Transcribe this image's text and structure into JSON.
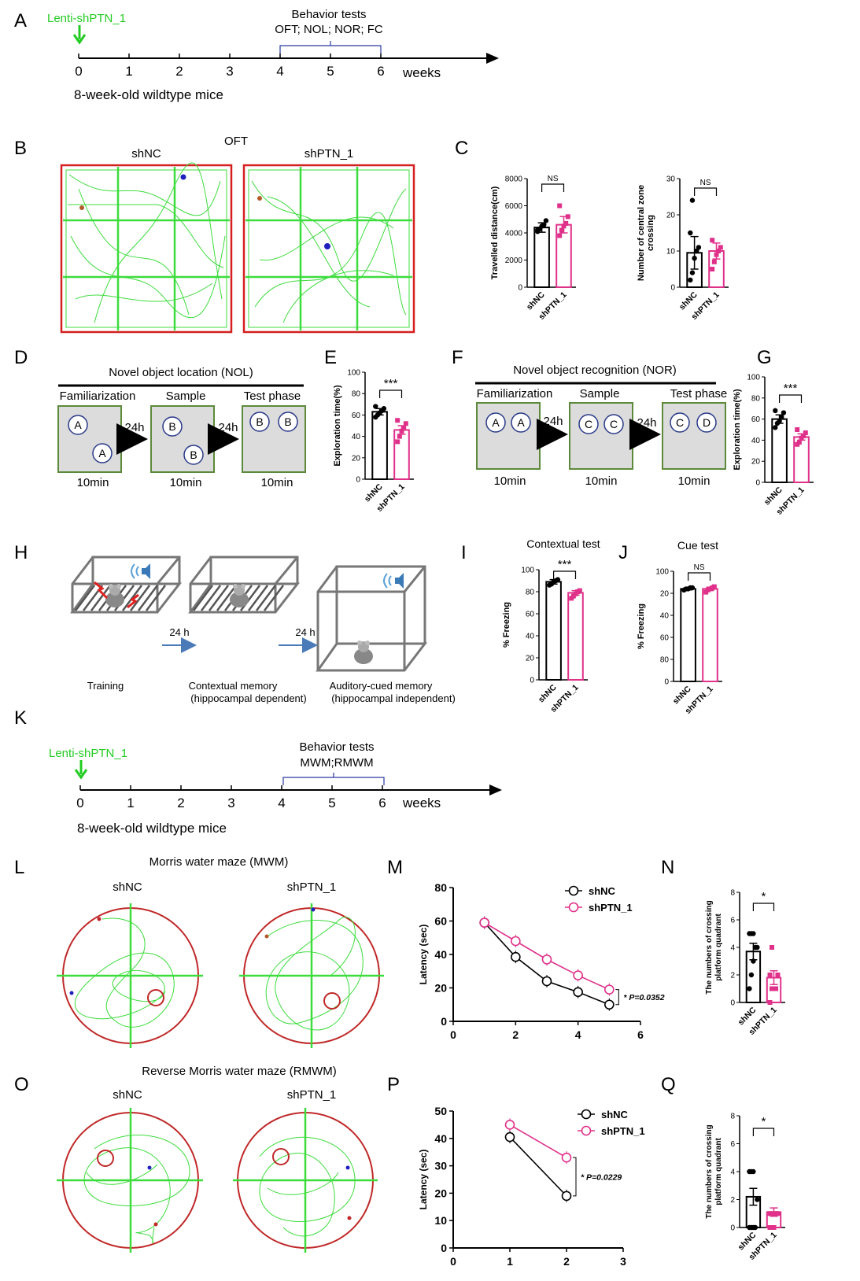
{
  "colors": {
    "shNC": "#000000",
    "shPTN": "#e0318a",
    "lentivirus": "#22cc22",
    "track": "#3ddc3d",
    "bracket": "#2a3aa0",
    "arena_border": "#d42020",
    "pool_border": "#c02828",
    "box_border": "#5c8a3a",
    "box_fill": "#dcdcdc",
    "object_circle": "#2a3a8a"
  },
  "panel_letters": [
    "A",
    "B",
    "C",
    "D",
    "E",
    "F",
    "G",
    "H",
    "I",
    "J",
    "K",
    "L",
    "M",
    "N",
    "O",
    "P",
    "Q"
  ],
  "timelineA": {
    "virus_label": "Lenti-shPTN_1",
    "tests_title": "Behavior tests",
    "tests_list": "OFT; NOL; NOR; FC",
    "ticks": [
      "0",
      "1",
      "2",
      "3",
      "4",
      "5",
      "6"
    ],
    "unit": "weeks",
    "subject": "8-week-old wildtype mice"
  },
  "timelineK": {
    "virus_label": "Lenti-shPTN_1",
    "tests_title": "Behavior tests",
    "tests_list": "MWM;RMWM",
    "ticks": [
      "0",
      "1",
      "2",
      "3",
      "4",
      "5",
      "6"
    ],
    "unit": "weeks",
    "subject": "8-week-old wildtype mice"
  },
  "oft": {
    "title": "OFT",
    "groups": [
      "shNC",
      "shPTN_1"
    ]
  },
  "nol": {
    "title": "Novel object location (NOL)",
    "stages": [
      {
        "label": "Familiarization",
        "objects": [
          "A",
          "A"
        ],
        "duration": "10min"
      },
      {
        "label": "Sample",
        "objects": [
          "B",
          "B"
        ],
        "duration": "10min"
      },
      {
        "label": "Test phase",
        "objects": [
          "B",
          "B"
        ],
        "duration": "10min"
      }
    ],
    "interval": "24h"
  },
  "nor": {
    "title": "Novel object recognition (NOR)",
    "stages": [
      {
        "label": "Familiarization",
        "objects": [
          "A",
          "A"
        ],
        "duration": "10min"
      },
      {
        "label": "Sample",
        "objects": [
          "C",
          "C"
        ],
        "duration": "10min"
      },
      {
        "label": "Test phase",
        "objects": [
          "C",
          "D"
        ],
        "duration": "10min"
      }
    ],
    "interval": "24h"
  },
  "fc": {
    "interval": "24 h",
    "stages": [
      {
        "label": "Training",
        "sub": ""
      },
      {
        "label": "Contextual memory",
        "sub": "(hippocampal dependent)"
      },
      {
        "label": "Auditory-cued memory",
        "sub": "(hippocampal independent)"
      }
    ]
  },
  "mwm": {
    "title": "Morris water maze (MWM)",
    "groups": [
      "shNC",
      "shPTN_1"
    ]
  },
  "rmwm": {
    "title": "Reverse  Morris water maze (RMWM)",
    "groups": [
      "shNC",
      "shPTN_1"
    ]
  },
  "chart_data": [
    {
      "panel": "C",
      "type": "bar",
      "categories": [
        "shNC",
        "shPTN_1"
      ],
      "values": [
        4400,
        4600
      ],
      "errors": [
        350,
        600
      ],
      "points": [
        [
          4100,
          4300,
          4500,
          4600,
          4900,
          4200
        ],
        [
          3800,
          4200,
          4500,
          4700,
          5200,
          6000
        ]
      ],
      "ylabel": "Travelled distance(cm)",
      "ylim": [
        0,
        8000
      ],
      "yticks": [
        "0",
        "2000",
        "4000",
        "6000",
        "8000"
      ],
      "sig": "NS"
    },
    {
      "panel": "C2",
      "type": "bar",
      "categories": [
        "shNC",
        "shPTN_1"
      ],
      "values": [
        9.5,
        10
      ],
      "errors": [
        4.5,
        2.2
      ],
      "points": [
        [
          2,
          4,
          8,
          10,
          11,
          15,
          24
        ],
        [
          5,
          7,
          9,
          10,
          11,
          13
        ]
      ],
      "ylabel": "Number of central zone crossing",
      "ylim": [
        0,
        30
      ],
      "yticks": [
        "0",
        "10",
        "20",
        "30"
      ],
      "sig": "NS"
    },
    {
      "panel": "E",
      "type": "bar",
      "categories": [
        "shNC",
        "shPTN_1"
      ],
      "values": [
        63,
        46
      ],
      "errors": [
        3,
        4
      ],
      "points": [
        [
          58,
          60,
          62,
          64,
          66,
          68
        ],
        [
          35,
          40,
          45,
          48,
          52,
          55
        ]
      ],
      "ylabel": "Exploration time(%)",
      "ylim": [
        0,
        100
      ],
      "yticks": [
        "0",
        "20",
        "40",
        "60",
        "80",
        "100"
      ],
      "sig": "***"
    },
    {
      "panel": "G",
      "type": "bar",
      "categories": [
        "shNC",
        "shPTN_1"
      ],
      "values": [
        60,
        43
      ],
      "errors": [
        4,
        3
      ],
      "points": [
        [
          52,
          56,
          58,
          62,
          66,
          68
        ],
        [
          36,
          38,
          42,
          44,
          47,
          50
        ]
      ],
      "ylabel": "Exploration time(%)",
      "ylim": [
        0,
        100
      ],
      "yticks": [
        "0",
        "20",
        "40",
        "60",
        "80",
        "100"
      ],
      "sig": "***"
    },
    {
      "panel": "I",
      "type": "bar",
      "title": "Contextual test",
      "categories": [
        "shNC",
        "shPTN_1"
      ],
      "values": [
        89,
        79
      ],
      "errors": [
        2,
        2
      ],
      "points": [
        [
          86,
          87,
          89,
          90,
          91
        ],
        [
          74,
          76,
          78,
          80,
          81
        ]
      ],
      "ylabel": "% Freezing",
      "ylim": [
        0,
        100
      ],
      "yticks": [
        "0",
        "20",
        "40",
        "60",
        "80",
        "100"
      ],
      "sig": "***"
    },
    {
      "panel": "J",
      "type": "bar",
      "title": "Cue test",
      "categories": [
        "shNC",
        "shPTN_1"
      ],
      "values": [
        84,
        84
      ],
      "errors": [
        1,
        1.5
      ],
      "points": [
        [
          83,
          84,
          84,
          85,
          85
        ],
        [
          81,
          83,
          84,
          85,
          86
        ]
      ],
      "ylabel": "% Freezing",
      "ylim": [
        0,
        100
      ],
      "yticks": [
        "0",
        "80",
        "60",
        "40",
        "20",
        "100"
      ],
      "sig": "NS"
    },
    {
      "panel": "M",
      "type": "line",
      "x": [
        1,
        2,
        3,
        4,
        5
      ],
      "series": [
        {
          "name": "shNC",
          "values": [
            59,
            38.5,
            24,
            17.5,
            10
          ]
        },
        {
          "name": "shPTN_1",
          "values": [
            59,
            48,
            37,
            27.5,
            19
          ]
        }
      ],
      "ylabel": "Latency (sec)",
      "xlim": [
        0,
        6
      ],
      "ylim": [
        0,
        80
      ],
      "xticks": [
        "0",
        "2",
        "4",
        "6"
      ],
      "yticks": [
        "0",
        "20",
        "40",
        "60",
        "80"
      ],
      "annotation": "* P=0.0352",
      "legend": "top-right"
    },
    {
      "panel": "N",
      "type": "bar",
      "categories": [
        "shNC",
        "shPTN_1"
      ],
      "values": [
        3.7,
        1.8
      ],
      "errors": [
        0.6,
        0.5
      ],
      "points": [
        [
          1,
          2,
          3,
          4,
          4,
          5,
          5,
          5
        ],
        [
          0,
          1,
          1,
          1,
          2,
          2,
          4
        ]
      ],
      "ylabel": "The numbers of crossing platform quadrant",
      "ylim": [
        0,
        8
      ],
      "yticks": [
        "0",
        "2",
        "4",
        "6",
        "8"
      ],
      "sig": "*"
    },
    {
      "panel": "P",
      "type": "line",
      "x": [
        1,
        2
      ],
      "series": [
        {
          "name": "shNC",
          "values": [
            40.5,
            19
          ]
        },
        {
          "name": "shPTN_1",
          "values": [
            45,
            33
          ]
        }
      ],
      "ylabel": "Latency (sec)",
      "xlim": [
        0,
        3
      ],
      "ylim": [
        0,
        50
      ],
      "xticks": [
        "0",
        "1",
        "2",
        "3"
      ],
      "yticks": [
        "0",
        "10",
        "20",
        "30",
        "40",
        "50"
      ],
      "annotation": "* P=0.0229",
      "legend": "top-right"
    },
    {
      "panel": "Q",
      "type": "bar",
      "categories": [
        "shNC",
        "shPTN_1"
      ],
      "values": [
        2.2,
        1.1
      ],
      "errors": [
        0.6,
        0.3
      ],
      "points": [
        [
          0,
          0,
          0,
          0,
          2,
          4,
          4,
          4
        ],
        [
          0,
          0,
          0,
          1,
          1,
          1,
          1
        ]
      ],
      "ylabel": "The numbers of crossing platform quadrant",
      "ylim": [
        0,
        8
      ],
      "yticks": [
        "0",
        "2",
        "4",
        "6",
        "8"
      ],
      "sig": "*"
    }
  ]
}
